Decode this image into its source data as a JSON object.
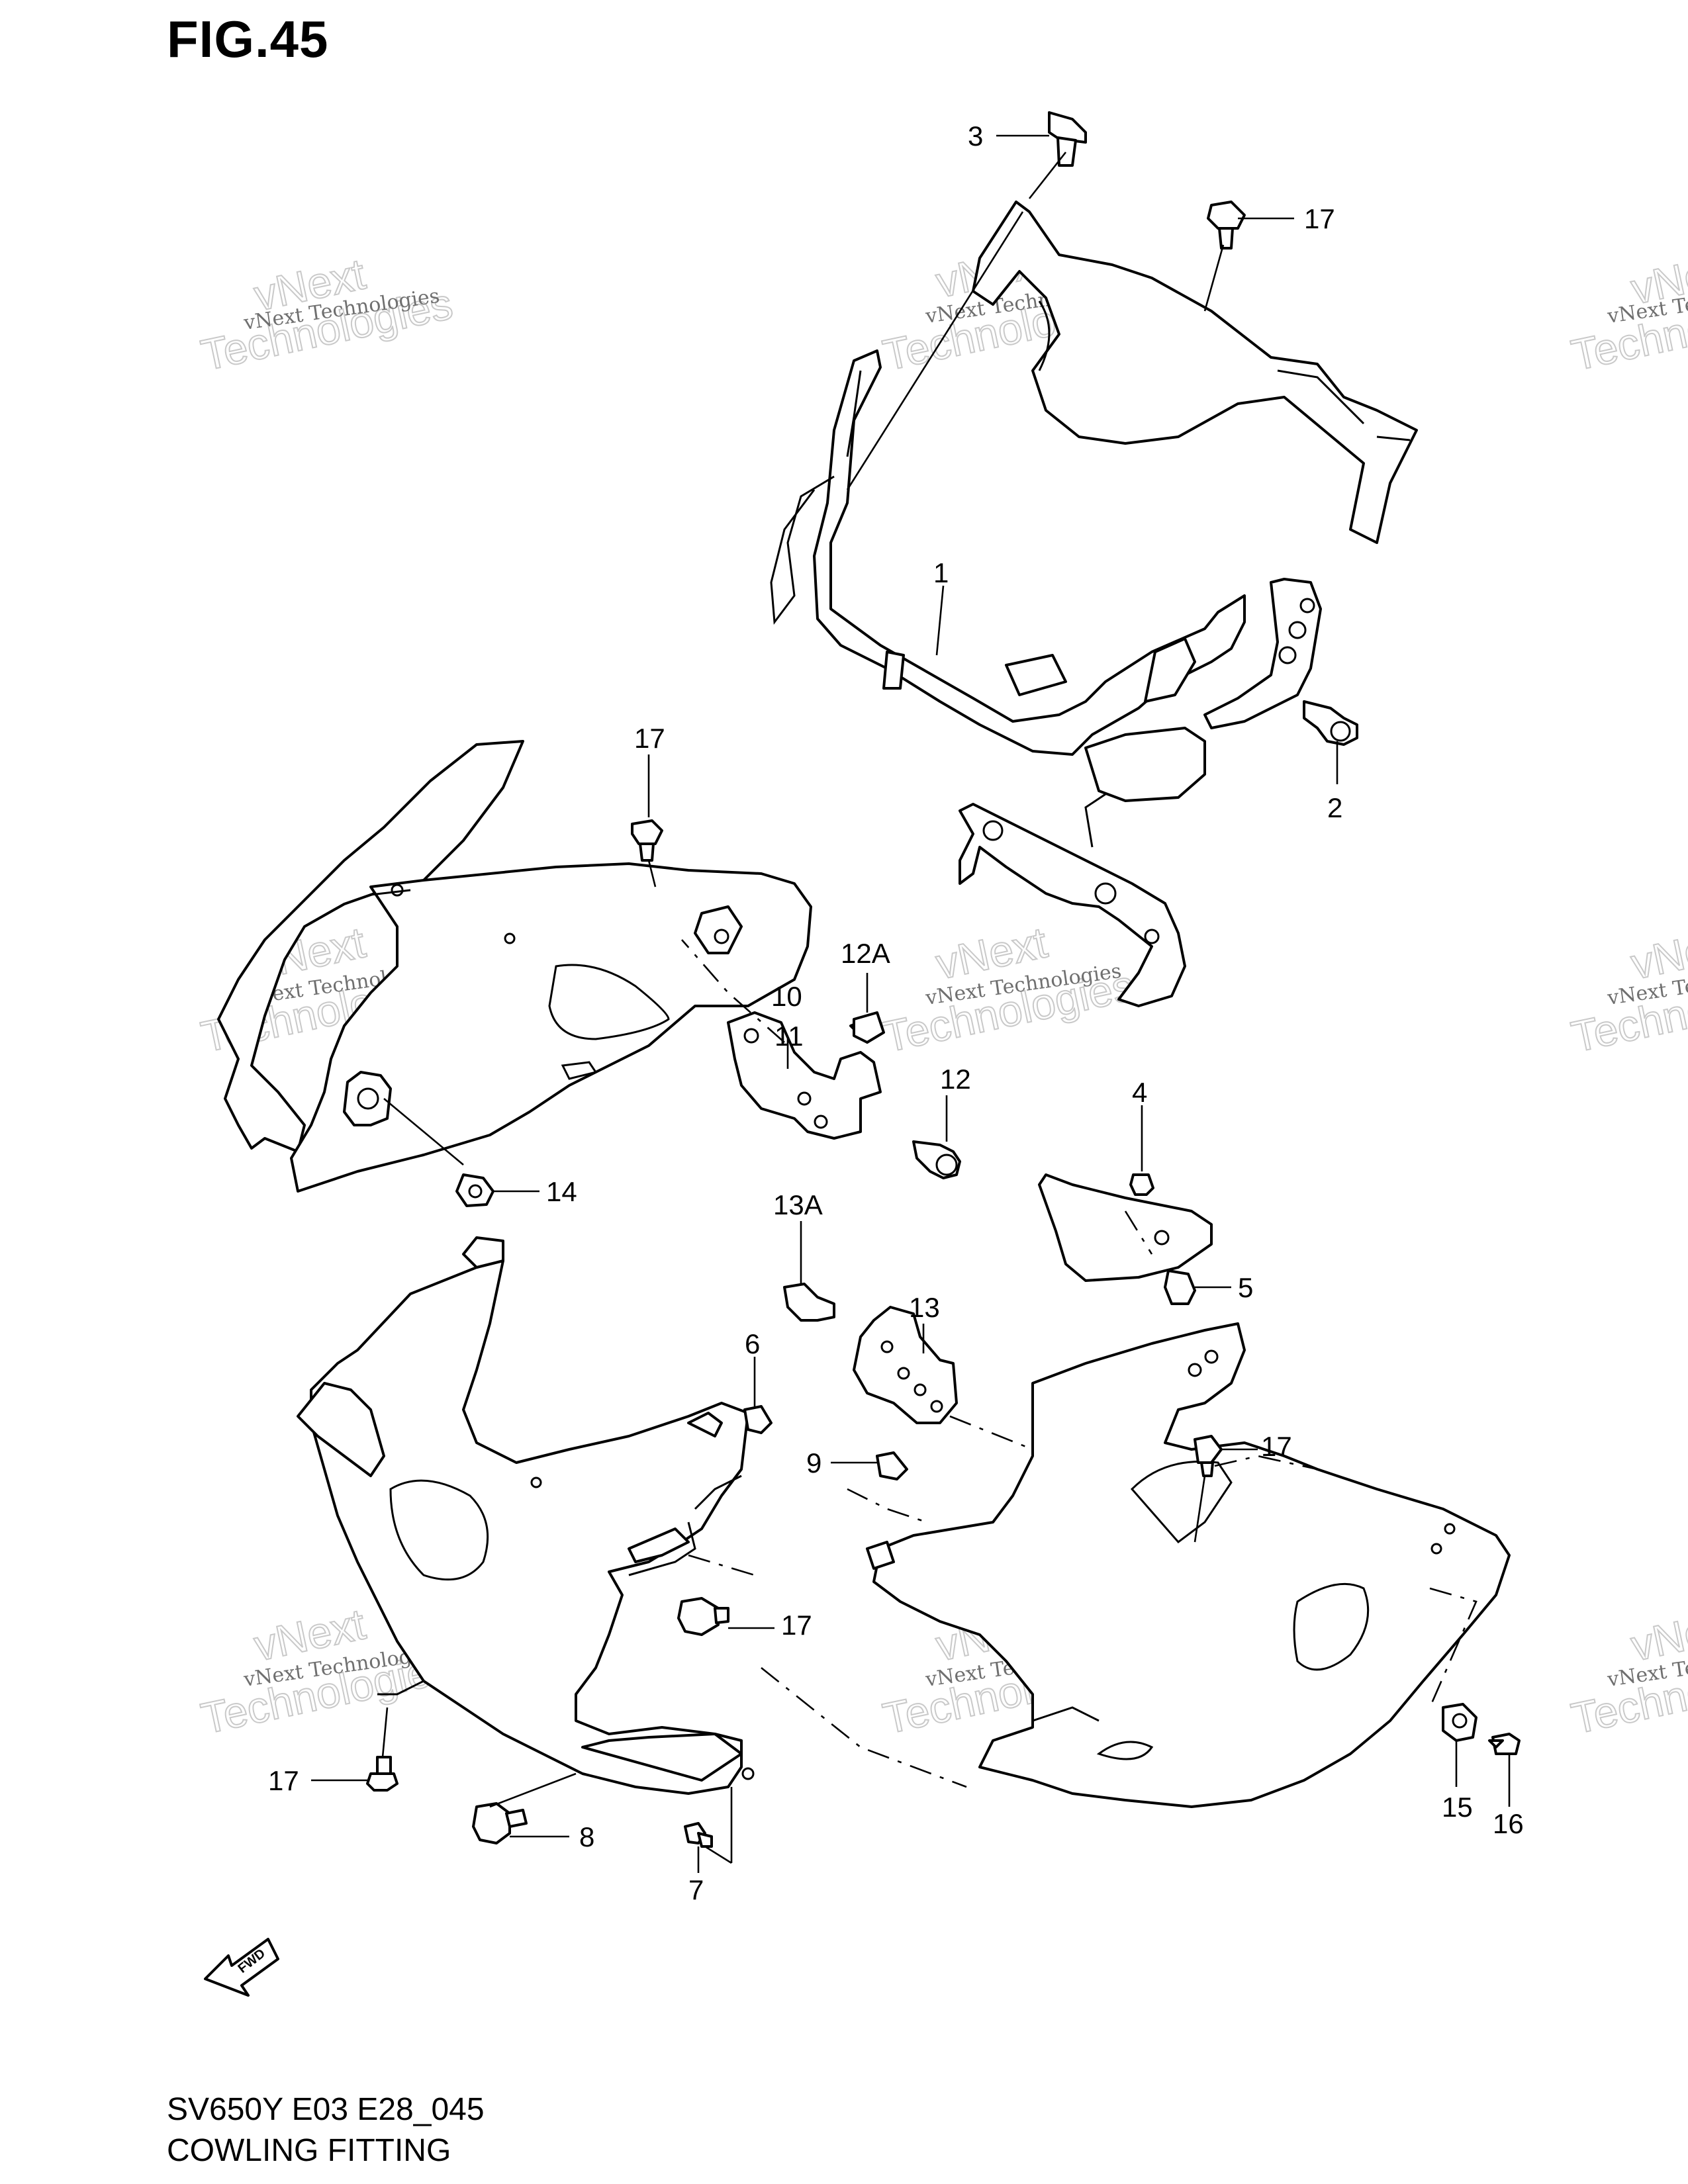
{
  "figure": {
    "title": "FIG.45"
  },
  "footer": {
    "model_code": "SV650Y E03 E28_045",
    "diagram_name": "COWLING FITTING"
  },
  "fwd_label": "FWD",
  "watermark": {
    "line1": "vNext Technologies",
    "line2": "vNext",
    "line3": "Technologies"
  },
  "callouts": [
    {
      "id": "c-3",
      "label": "3"
    },
    {
      "id": "c-17a",
      "label": "17"
    },
    {
      "id": "c-1",
      "label": "1"
    },
    {
      "id": "c-2",
      "label": "2"
    },
    {
      "id": "c-17b",
      "label": "17"
    },
    {
      "id": "c-12a",
      "label": "12A"
    },
    {
      "id": "c-10",
      "label": "10"
    },
    {
      "id": "c-11",
      "label": "11"
    },
    {
      "id": "c-12",
      "label": "12"
    },
    {
      "id": "c-14",
      "label": "14"
    },
    {
      "id": "c-4",
      "label": "4"
    },
    {
      "id": "c-13a",
      "label": "13A"
    },
    {
      "id": "c-5",
      "label": "5"
    },
    {
      "id": "c-13",
      "label": "13"
    },
    {
      "id": "c-6",
      "label": "6"
    },
    {
      "id": "c-17c",
      "label": "17"
    },
    {
      "id": "c-9",
      "label": "9"
    },
    {
      "id": "c-17d",
      "label": "17"
    },
    {
      "id": "c-17e",
      "label": "17"
    },
    {
      "id": "c-15",
      "label": "15"
    },
    {
      "id": "c-16",
      "label": "16"
    },
    {
      "id": "c-8",
      "label": "8"
    },
    {
      "id": "c-7",
      "label": "7"
    }
  ]
}
